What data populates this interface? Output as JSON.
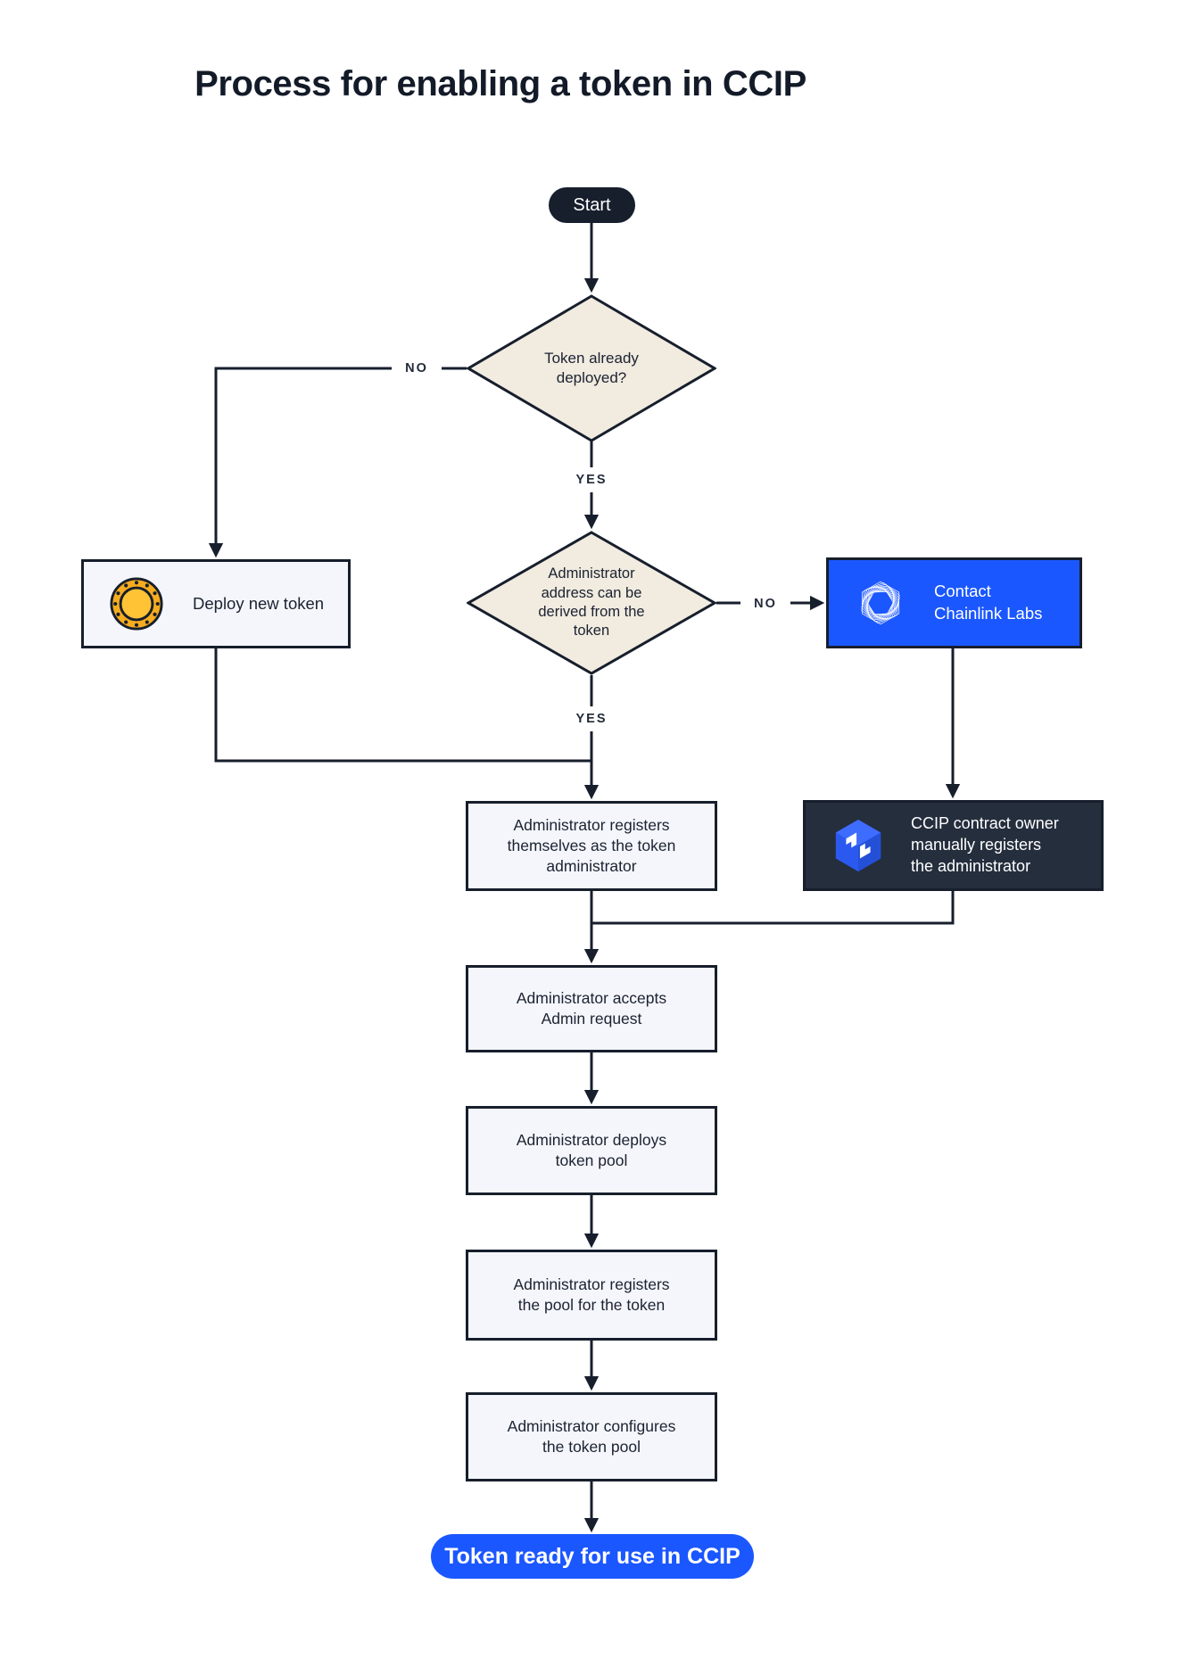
{
  "title": "Process for enabling a token in CCIP",
  "colors": {
    "ink": "#171E2C",
    "diamond_fill": "#F1EBE0",
    "box_fill": "#F4F6FB",
    "blue": "#1B57FF",
    "dark_box_fill": "#252E3D",
    "coin_gold": "#F5AC1E",
    "coin_gold_light": "#FFC335",
    "ccip_logo_blue": "#2B59F0",
    "white": "#FFFFFF"
  },
  "nodes": {
    "start": {
      "label": "Start"
    },
    "token_deployed_decision": {
      "lines": [
        "Token already",
        "deployed?"
      ]
    },
    "deploy_new_token": {
      "label": "Deploy new token",
      "icon": "coin-icon"
    },
    "admin_derivable_decision": {
      "lines": [
        "Administrator",
        "address can be",
        "derived from the",
        "token"
      ]
    },
    "contact_chainlink_labs": {
      "lines": [
        "Contact",
        "Chainlink Labs"
      ],
      "icon": "chainlink-labs-logo"
    },
    "admin_registers_self": {
      "lines": [
        "Administrator registers",
        "themselves as the token",
        "administrator"
      ]
    },
    "ccip_owner_registers": {
      "lines": [
        "CCIP contract owner",
        "manually registers",
        "the administrator"
      ],
      "icon": "ccip-logo"
    },
    "admin_accepts_request": {
      "lines": [
        "Administrator accepts",
        "Admin request"
      ]
    },
    "admin_deploys_pool": {
      "lines": [
        "Administrator deploys",
        "token pool"
      ]
    },
    "admin_registers_pool": {
      "lines": [
        "Administrator registers",
        "the pool for the token"
      ]
    },
    "admin_configures_pool": {
      "lines": [
        "Administrator configures",
        "the token pool"
      ]
    },
    "end": {
      "label": "Token ready for use in CCIP"
    }
  },
  "edge_labels": {
    "decision1_no": "NO",
    "decision1_yes": "YES",
    "decision2_no": "NO",
    "decision2_yes": "YES"
  }
}
